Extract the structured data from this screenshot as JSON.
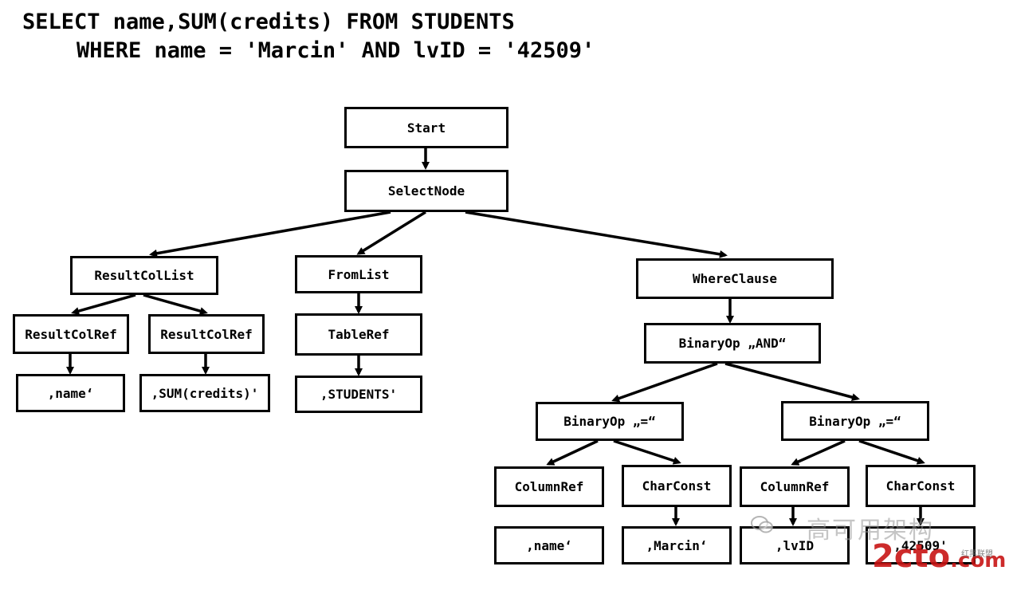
{
  "query": {
    "line1": "SELECT name,SUM(credits) FROM STUDENTS",
    "line2": "WHERE name = 'Marcin' AND lvID = '42509'"
  },
  "nodes": {
    "start": "Start",
    "select_node": "SelectNode",
    "result_col_list": "ResultColList",
    "result_col_ref_1": "ResultColRef",
    "result_col_ref_2": "ResultColRef",
    "val_name_1": "‚name‘",
    "val_sum_credits": "‚SUM(credits)'",
    "from_list": "FromList",
    "table_ref": "TableRef",
    "val_students": "‚STUDENTS'",
    "where_clause": "WhereClause",
    "binary_op_and": "BinaryOp „AND“",
    "binary_op_eq_1": "BinaryOp „=“",
    "binary_op_eq_2": "BinaryOp „=“",
    "column_ref_1": "ColumnRef",
    "char_const_1": "CharConst",
    "column_ref_2": "ColumnRef",
    "char_const_2": "CharConst",
    "val_name_2": "‚name‘",
    "val_marcin": "‚Marcin‘",
    "val_lvid": "‚lvID",
    "val_42509": "‚42509'"
  },
  "watermark": {
    "wechat_icon": "wechat-icon",
    "text": "高可用架构",
    "brand_digit": "2",
    "brand_rest": "cto",
    "brand_tld": ".com",
    "brand_sub": "红黑联盟"
  }
}
